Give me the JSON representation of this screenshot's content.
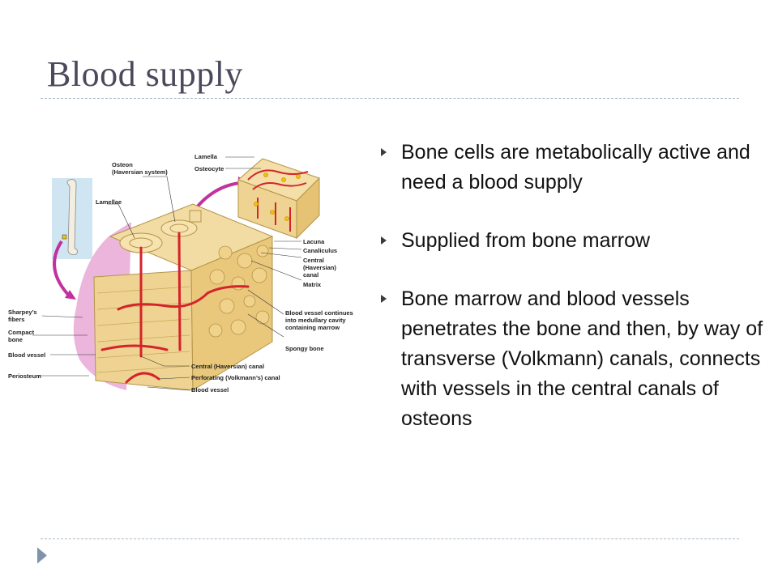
{
  "slide": {
    "title": "Blood supply",
    "bullets": [
      "Bone cells are metabolically active and need a blood supply",
      "Supplied from bone marrow",
      "Bone marrow and blood vessels penetrates the bone and then, by way of transverse (Volkmann) canals, connects with vessels in the central canals of osteons"
    ]
  },
  "figure": {
    "labels": {
      "osteon": "Osteon",
      "osteon_sub": "(Haversian system)",
      "lamellae": "Lamellae",
      "lamella": "Lamella",
      "osteocyte": "Osteocyte",
      "lacuna": "Lacuna",
      "canaliculus": "Canaliculus",
      "central_canal_1": "Central",
      "central_canal_2": "(Haversian)",
      "central_canal_3": "canal",
      "matrix": "Matrix",
      "vessel_marrow_1": "Blood vessel continues",
      "vessel_marrow_2": "into medullary cavity",
      "vessel_marrow_3": "containing marrow",
      "spongy_bone": "Spongy bone",
      "sharpeys_1": "Sharpey’s",
      "sharpeys_2": "fibers",
      "compact_1": "Compact",
      "compact_2": "bone",
      "blood_vessel_left": "Blood vessel",
      "periosteum": "Periosteum",
      "central_haversian_canal": "Central (Haversian) canal",
      "perforating_canal": "Perforating (Volkmann’s) canal",
      "blood_vessel_bottom": "Blood vessel"
    }
  },
  "colors": {
    "title": "#4a4a5c",
    "rule": "#a9b8c6",
    "nav_arrow": "#7f93ab",
    "bone": "#f1d89a",
    "vessel": "#d4232b",
    "periosteum": "#d98cc5"
  }
}
